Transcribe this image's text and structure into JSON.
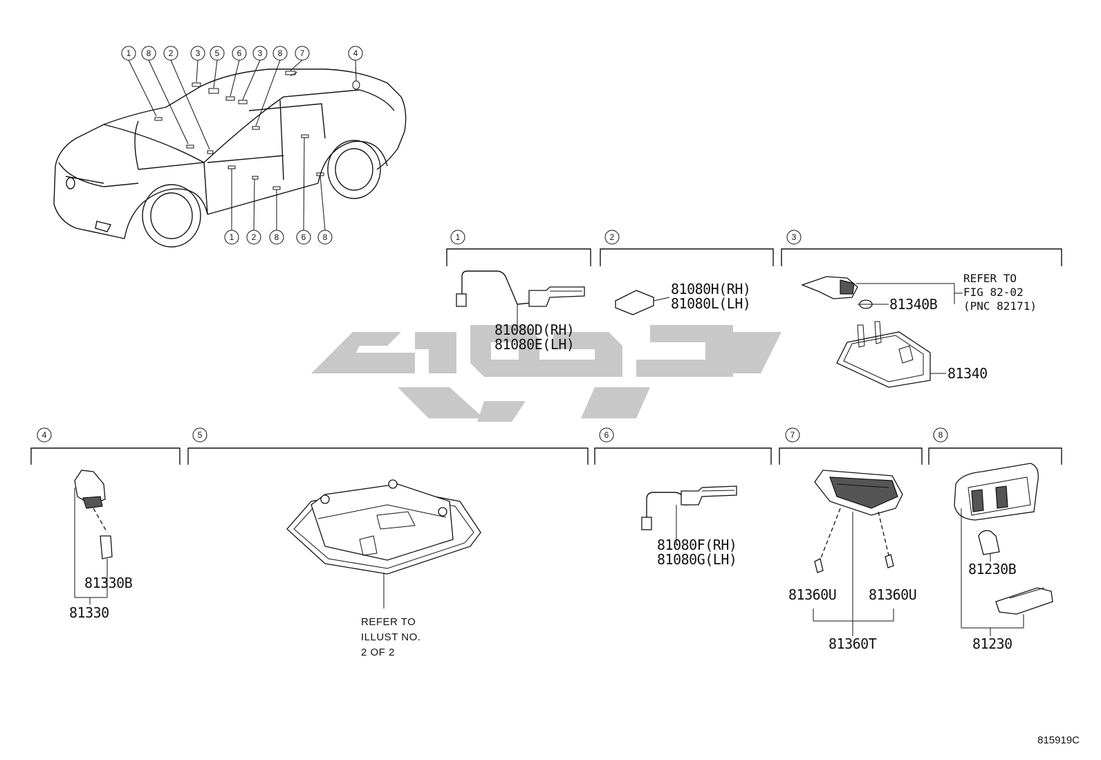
{
  "vehicle_callouts": {
    "top": [
      "1",
      "8",
      "2",
      "3",
      "5",
      "6",
      "3",
      "8",
      "7",
      "4"
    ],
    "bottom": [
      "1",
      "2",
      "8",
      "6",
      "8"
    ]
  },
  "sections": [
    {
      "num": "1",
      "parts": [
        "81080D(RH)",
        "81080E(LH)"
      ]
    },
    {
      "num": "2",
      "parts": [
        "81080H(RH)",
        "81080L(LH)"
      ]
    },
    {
      "num": "3",
      "parts": [
        "81340B",
        "81340"
      ],
      "refer": [
        "REFER TO",
        "FIG 82-02",
        "(PNC 82171)"
      ]
    },
    {
      "num": "4",
      "parts": [
        "81330B",
        "81330"
      ]
    },
    {
      "num": "5",
      "parts": [],
      "refer": [
        "REFER TO",
        "ILLUST NO.",
        "2 OF 2"
      ]
    },
    {
      "num": "6",
      "parts": [
        "81080F(RH)",
        "81080G(LH)"
      ]
    },
    {
      "num": "7",
      "parts": [
        "81360U",
        "81360U",
        "81360T"
      ]
    },
    {
      "num": "8",
      "parts": [
        "81230B",
        "81230"
      ]
    }
  ],
  "figure_id": "815919C",
  "colors": {
    "ink": "#111111",
    "watermark": "#c8c8c8",
    "background": "#ffffff"
  }
}
